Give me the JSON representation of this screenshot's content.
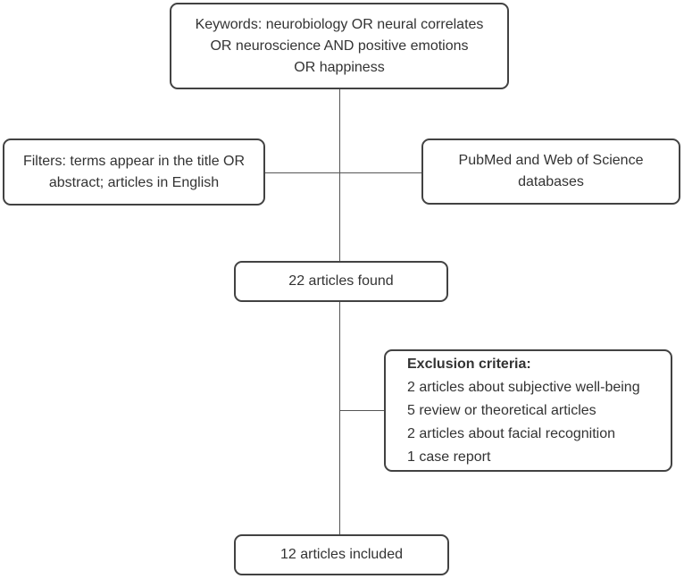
{
  "flowchart": {
    "keywords": {
      "lines": [
        "Keywords: neurobiology OR neural correlates",
        "OR neuroscience AND positive emotions",
        "OR happiness"
      ]
    },
    "filters": {
      "lines": [
        "Filters: terms appear in the title OR",
        "abstract; articles in English"
      ]
    },
    "databases": {
      "lines": [
        "PubMed and Web of Science",
        "databases"
      ]
    },
    "found": {
      "text": "22 articles found"
    },
    "exclusion": {
      "title": "Exclusion criteria:",
      "items": [
        "2 articles about subjective well-being",
        "5 review or theoretical articles",
        "2 articles about facial recognition",
        "1 case report"
      ]
    },
    "included": {
      "text": "12 articles included"
    },
    "colors": {
      "border": "#424242",
      "text": "#333333",
      "line": "#555555",
      "background": "#ffffff"
    }
  }
}
